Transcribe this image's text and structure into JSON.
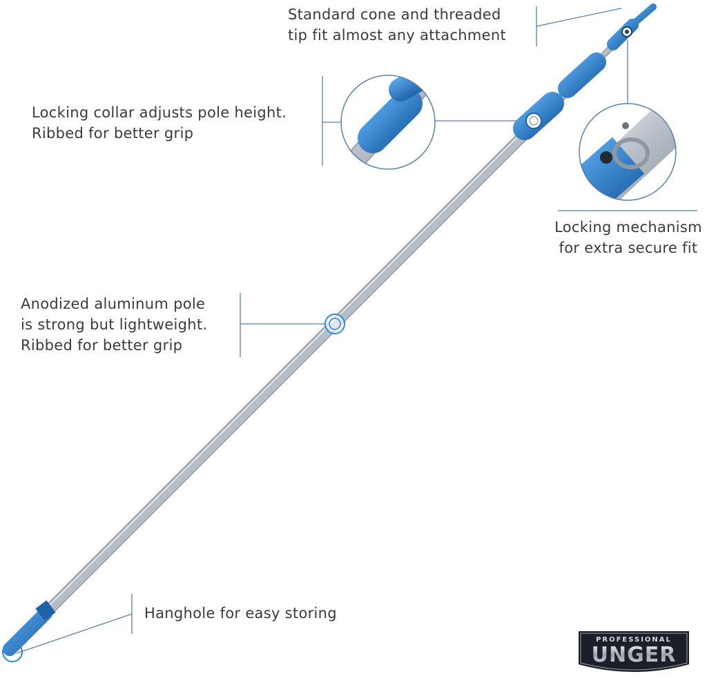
{
  "callouts": {
    "tip": {
      "lines": [
        "Standard cone and threaded",
        "tip fit almost any attachment"
      ]
    },
    "collar": {
      "lines": [
        "Locking collar adjusts pole height.",
        "Ribbed for better grip"
      ]
    },
    "lock": {
      "lines": [
        "Locking mechanism",
        "for extra secure fit"
      ]
    },
    "pole": {
      "lines": [
        "Anodized aluminum pole",
        "is strong but lightweight.",
        "Ribbed for better grip"
      ]
    },
    "hang": {
      "lines": [
        "Hanghole for easy storing"
      ]
    }
  },
  "logo": {
    "top": "PROFESSIONAL",
    "main": "UNGER"
  },
  "colors": {
    "accent_blue": "#2f86d4",
    "blue_dark": "#1d63a8",
    "leader_line": "#5b7fa3",
    "pole_silver": "#c9d0d8",
    "text": "#3a3a3a"
  },
  "icons": [
    "extension-pole-illustration",
    "collar-detail-circle",
    "lock-detail-circle",
    "hanghole-marker"
  ]
}
